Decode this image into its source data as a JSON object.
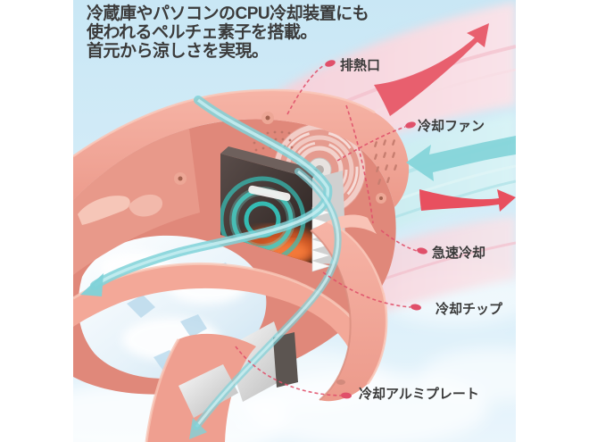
{
  "headline": {
    "line1": "冷蔵庫やパソコンのCPU冷却装置にも",
    "line2": "使われるペルチェ素子を搭載。",
    "line3": "首元から涼しさを実現。"
  },
  "callouts": {
    "exhaust": "排熱口",
    "fan": "冷却ファン",
    "rapid": "急速冷却",
    "chip": "冷却チップ",
    "plate": "冷却アルミプレート"
  },
  "colors": {
    "headline_text": "#3b3b3b",
    "label_text": "#3a3a3a",
    "leader_line": "#e0506a",
    "hot_arrow": "#e85f6e",
    "cool_arrow": "#7fd2d8",
    "device_pink": "#f0a296",
    "device_interior": "#e0887a",
    "chip_teal": "#35c2b9",
    "chip_glow": "#e05a24",
    "sky": "#cfe9f6",
    "band_pink": "#f7d3da",
    "band_cyan": "#c9ecef"
  }
}
